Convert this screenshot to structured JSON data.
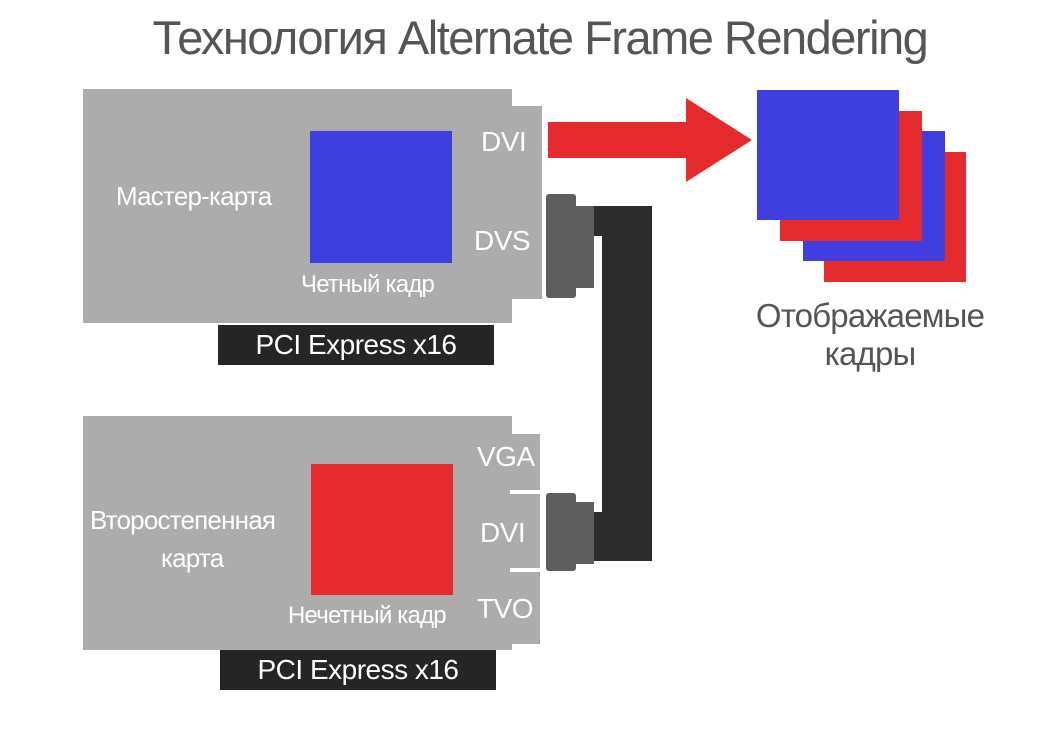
{
  "title": "Технология Alternate Frame Rendering",
  "master_card": {
    "label": "Мастер-карта",
    "frame_label": "Четный кадр",
    "frame_color": "#3f3fe0",
    "ports": [
      "DVI",
      "DVS"
    ],
    "slot": "PCI Express x16"
  },
  "secondary_card": {
    "label_line1": "Второстепенная",
    "label_line2": "карта",
    "frame_label": "Нечетный кадр",
    "frame_color": "#e52b2d",
    "ports": [
      "VGA",
      "DVI",
      "TVO"
    ],
    "slot": "PCI Express x16"
  },
  "output": {
    "caption_line1": "Отображаемые",
    "caption_line2": "кадры",
    "arrow_color": "#e52b2d",
    "stack_colors": [
      "#3f3fe0",
      "#e52b2d",
      "#3f3fe0",
      "#e52b2d"
    ]
  },
  "colors": {
    "card": "#acacac",
    "slot": "#252525",
    "cable": "#2c2c2c",
    "connector": "#5e5e5e"
  },
  "icons": [
    "arrow-right-icon",
    "bridge-cable-icon"
  ]
}
